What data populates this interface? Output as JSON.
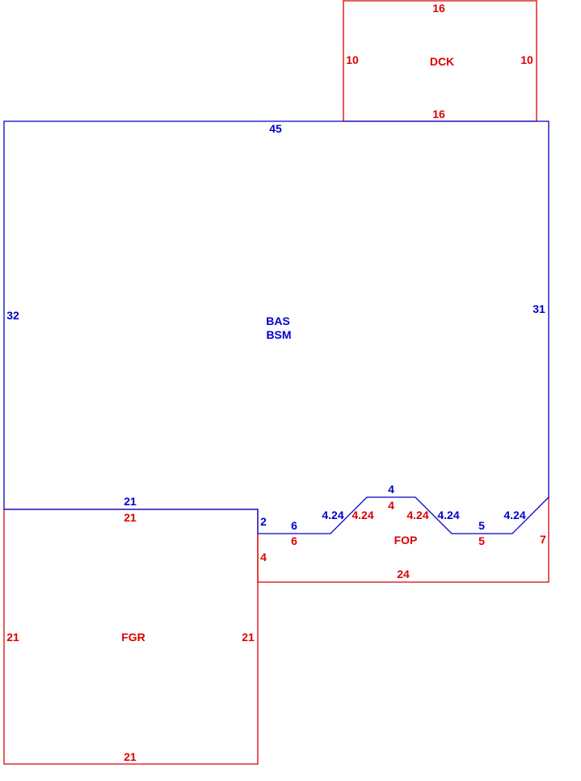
{
  "colors": {
    "main_structure": "#0000cc",
    "attached_area": "#dd0000"
  },
  "areas": {
    "dck": "DCK",
    "bas": "BAS",
    "bsm": "BSM",
    "fop": "FOP",
    "fgr": "FGR"
  },
  "dck_dims": {
    "top": "16",
    "left": "10",
    "right": "10",
    "bottom": "16"
  },
  "bas_dims": {
    "top": "45",
    "left": "32",
    "right": "31",
    "bottom": "21",
    "step": "2",
    "seg_a": "6",
    "diag_a": "4.24",
    "flat": "4",
    "diag_b": "4.24",
    "seg_b": "5",
    "diag_c": "4.24"
  },
  "fop_dims": {
    "seg_a": "6",
    "diag_a": "4.24",
    "flat": "4",
    "diag_b": "4.24",
    "seg_b": "5",
    "right": "7",
    "left": "4",
    "bottom": "24"
  },
  "fgr_dims": {
    "top": "21",
    "left": "21",
    "right": "21",
    "bottom": "21"
  }
}
